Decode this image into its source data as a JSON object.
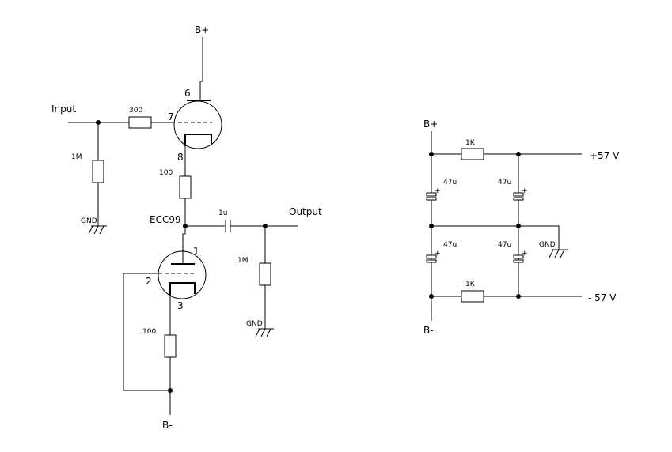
{
  "amp": {
    "b_plus": "B+",
    "b_minus": "B-",
    "input": "Input",
    "output": "Output",
    "tube_name": "ECC99",
    "r_grid_in": "300",
    "r_input_leak": "1M",
    "r_cathode_top": "100",
    "r_cathode_bottom": "100",
    "r_output_leak": "1M",
    "c_coupling": "1u",
    "gnd_input": "GND",
    "gnd_output": "GND",
    "pins": {
      "top_plate": "6",
      "top_grid": "7",
      "top_cathode": "8",
      "bottom_plate": "1",
      "bottom_grid": "2",
      "bottom_cathode": "3"
    }
  },
  "psu": {
    "b_plus": "B+",
    "b_minus": "B-",
    "v_pos": "+57 V",
    "v_neg": "- 57 V",
    "r_top": "1K",
    "r_bottom": "1K",
    "caps": [
      "47u",
      "47u",
      "47u",
      "47u"
    ],
    "cap_plus": "+",
    "gnd": "GND"
  }
}
